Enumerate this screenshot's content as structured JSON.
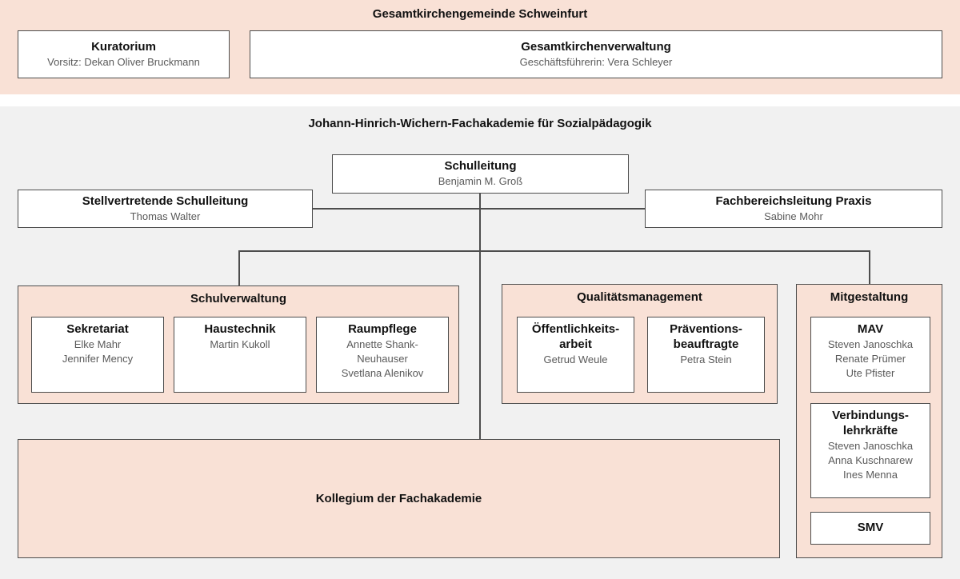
{
  "top_section": {
    "title": "Gesamtkirchengemeinde Schweinfurt",
    "kuratorium": {
      "title": "Kuratorium",
      "subtitle": "Vorsitz: Dekan Oliver Bruckmann"
    },
    "verwaltung": {
      "title": "Gesamtkirchenverwaltung",
      "subtitle": "Geschäftsführerin: Vera Schleyer"
    }
  },
  "main_section": {
    "title": "Johann-Hinrich-Wichern-Fachakademie für Sozialpädagogik",
    "schulleitung": {
      "title": "Schulleitung",
      "person": "Benjamin M. Groß"
    },
    "stellvertretende_schulleitung": {
      "title": "Stellvertretende Schulleitung",
      "person": "Thomas Walter"
    },
    "fachbereichsleitung": {
      "title": "Fachbereichsleitung Praxis",
      "person": "Sabine Mohr"
    },
    "schulverwaltung": {
      "title": "Schulverwaltung",
      "units": [
        {
          "title": "Sekretariat",
          "members": [
            "Elke Mahr",
            "Jennifer Mency"
          ]
        },
        {
          "title": "Haustechnik",
          "members": [
            "Martin Kukoll"
          ]
        },
        {
          "title": "Raumpflege",
          "members": [
            "Annette Shank-Neuhauser",
            "Svetlana Alenikov"
          ]
        }
      ]
    },
    "qualitaetsmanagement": {
      "title": "Qualitätsmanagement",
      "units": [
        {
          "title": "Öffentlichkeits-arbeit",
          "members": [
            "Getrud Weule"
          ]
        },
        {
          "title": "Präventions-beauftragte",
          "members": [
            "Petra Stein"
          ]
        }
      ]
    },
    "mitgestaltung": {
      "title": "Mitgestaltung",
      "units": [
        {
          "title": "MAV",
          "members": [
            "Steven Janoschka",
            "Renate Prümer",
            "Ute Pfister"
          ]
        },
        {
          "title": "Verbindungs-lehrkräfte",
          "members": [
            "Steven Janoschka",
            "Anna Kuschnarew",
            "Ines Menna"
          ]
        },
        {
          "title": "SMV",
          "members": []
        }
      ]
    },
    "kollegium": {
      "title": "Kollegium der Fachakademie"
    }
  },
  "colors": {
    "band_peach": "#f9e1d6",
    "section_gray": "#f1f1f1",
    "border": "#4d4d4d",
    "line": "#4d4d4d",
    "title_text": "#111111",
    "person_text": "#5a5a5a"
  }
}
